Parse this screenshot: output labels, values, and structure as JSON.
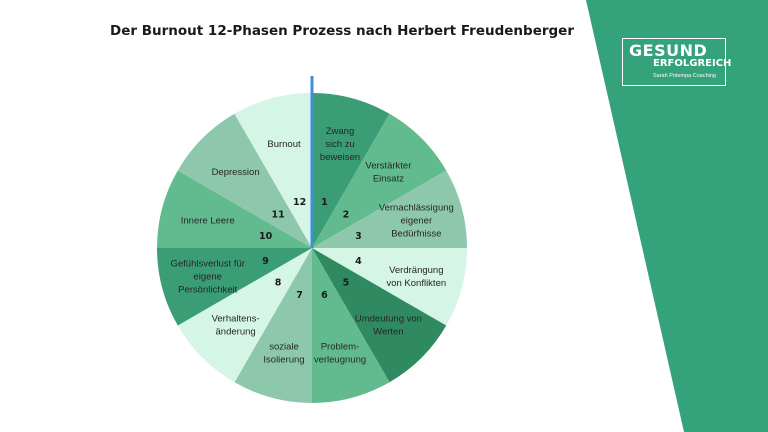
{
  "title": "Der Burnout 12-Phasen Prozess nach Herbert Freudenberger",
  "logo": {
    "line1": "GESUND",
    "line2": "ERFOLGREICH",
    "line3": "Sarah Potempa Coaching"
  },
  "colors": {
    "band": "#34a27a",
    "marker": "#3d8fd6",
    "background": "#ffffff"
  },
  "phases": [
    {
      "number": "1",
      "lines": [
        "Zwang",
        "sich zu",
        "beweisen"
      ],
      "color": "#3a9d76"
    },
    {
      "number": "2",
      "lines": [
        "Verstärkter",
        "Einsatz"
      ],
      "color": "#62bb8f"
    },
    {
      "number": "3",
      "lines": [
        "Vernachlässigung",
        "eigener",
        "Bedürfnisse"
      ],
      "color": "#8ec8ac"
    },
    {
      "number": "4",
      "lines": [
        "Verdrängung",
        "von Konflikten"
      ],
      "color": "#d5f5e7"
    },
    {
      "number": "5",
      "lines": [
        "Umdeutung von",
        "Werten"
      ],
      "color": "#2f8a62"
    },
    {
      "number": "6",
      "lines": [
        "Problem-",
        "verleugnung"
      ],
      "color": "#62bb8f"
    },
    {
      "number": "7",
      "lines": [
        "soziale",
        "Isolierung"
      ],
      "color": "#8ec8ac"
    },
    {
      "number": "8",
      "lines": [
        "Verhaltens-",
        "änderung"
      ],
      "color": "#d5f5e7"
    },
    {
      "number": "9",
      "lines": [
        "Gefühlsverlust für",
        "eigene",
        "Persönlichkeit"
      ],
      "color": "#3a9d76"
    },
    {
      "number": "10",
      "lines": [
        "Innere Leere"
      ],
      "color": "#62bb8f"
    },
    {
      "number": "11",
      "lines": [
        "Depression"
      ],
      "color": "#8ec8ac"
    },
    {
      "number": "12",
      "lines": [
        "Burnout"
      ],
      "color": "#d5f5e7"
    }
  ]
}
